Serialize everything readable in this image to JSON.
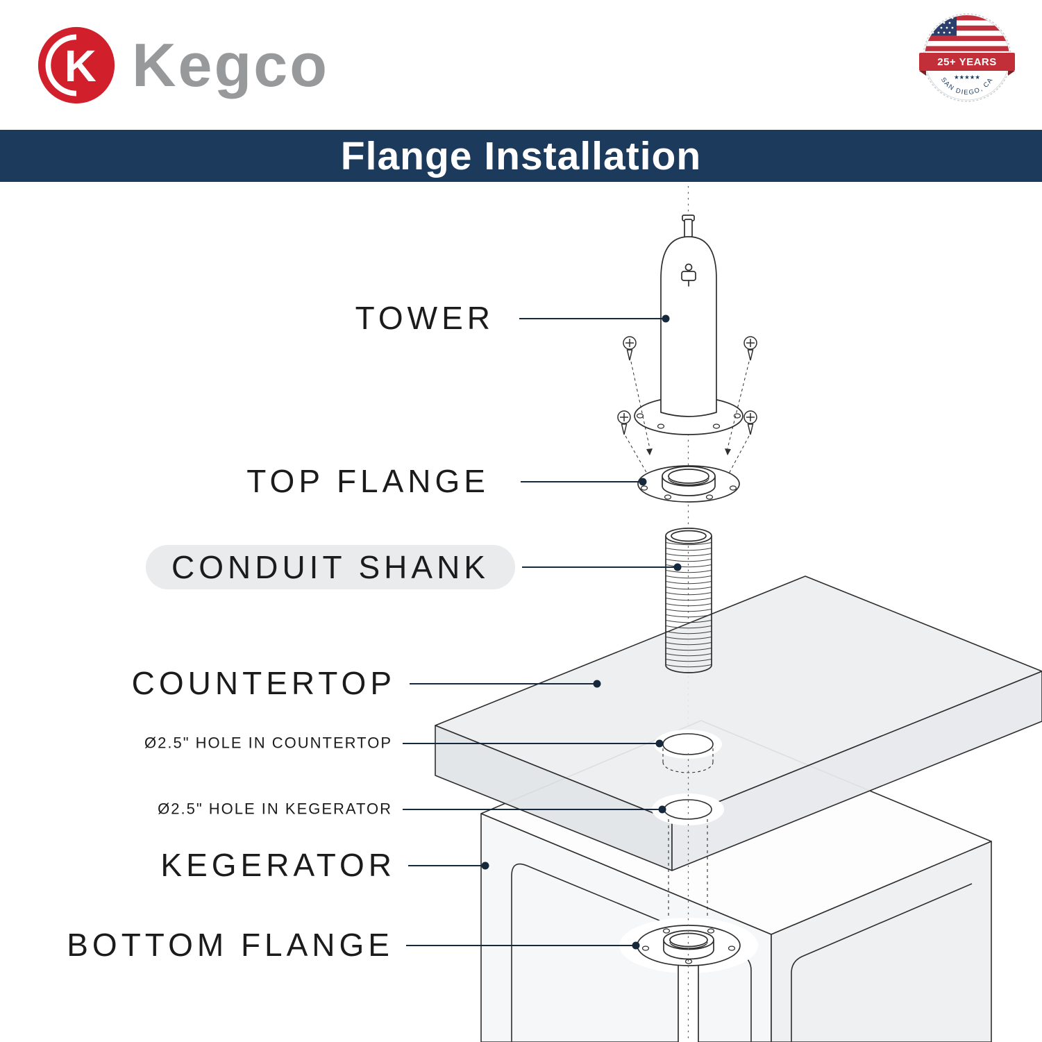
{
  "brand": {
    "name": "Kegco",
    "logo_letter": "K"
  },
  "badge": {
    "years_text": "25+ YEARS",
    "stars": "★★★★★",
    "location_text": "SAN DIEGO, CA"
  },
  "header": {
    "title": "Flange Installation"
  },
  "diagram": {
    "tower_label": "TOWER",
    "top_flange_label": "TOP FLANGE",
    "conduit_shank_label": "CONDUIT SHANK",
    "countertop_label": "COUNTERTOP",
    "hole_countertop_label": "Ø2.5\" HOLE IN COUNTERTOP",
    "hole_kegerator_label": "Ø2.5\" HOLE IN KEGERATOR",
    "kegerator_label": "KEGERATOR",
    "bottom_flange_label": "BOTTOM FLANGE"
  },
  "colors": {
    "header_bg": "#1c3a5c",
    "brand_red": "#d21f2c",
    "logo_gray": "#97999b",
    "highlight_pill": "#e9ebed",
    "line_color": "#16283c",
    "drawing_stroke": "#2e2e2e"
  }
}
